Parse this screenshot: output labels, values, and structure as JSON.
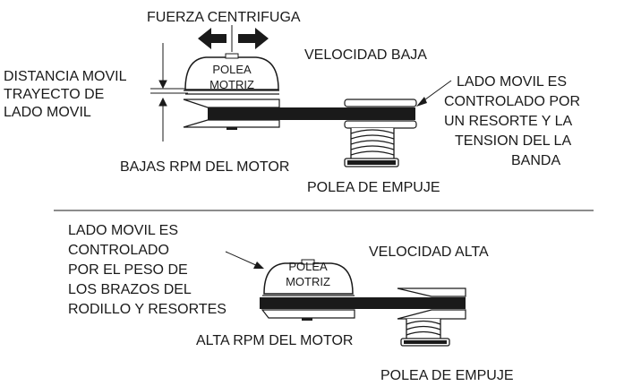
{
  "top": {
    "force_label": "FUERZA CENTRIFUGA",
    "distance_lines": [
      "DISTANCIA MOVIL",
      "TRAYECTO DE",
      "LADO MOVIL"
    ],
    "drive_pulley_lines": [
      "POLEA",
      "MOTRIZ"
    ],
    "speed_label": "VELOCIDAD BAJA",
    "movable_side_lines": [
      "LADO MOVIL ES",
      "CONTROLADO POR",
      "UN RESORTE Y LA",
      "TENSION DEL LA",
      "BANDA"
    ],
    "rpm_label": "BAJAS RPM DEL MOTOR",
    "driven_pulley_label": "POLEA DE EMPUJE"
  },
  "bottom": {
    "movable_side_lines": [
      "LADO MOVIL ES",
      "CONTROLADO",
      "POR EL PESO DE",
      "LOS BRAZOS DEL",
      "RODILLO Y RESORTES"
    ],
    "speed_label": "VELOCIDAD ALTA",
    "drive_pulley_lines": [
      "POLEA",
      "MOTRIZ"
    ],
    "rpm_label": "ALTA  RPM DEL MOTOR",
    "driven_pulley_label": "POLEA DE EMPUJE"
  }
}
